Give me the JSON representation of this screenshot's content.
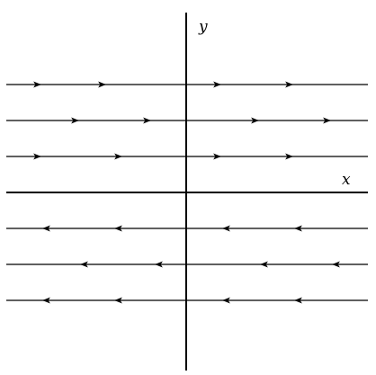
{
  "labels": {
    "x_axis": "x",
    "y_axis": "y"
  },
  "colors": {
    "stroke": "#000000",
    "background": "#ffffff"
  },
  "flow_lines": [
    {
      "side": "above-axis",
      "direction": "right",
      "row": 3
    },
    {
      "side": "above-axis",
      "direction": "right",
      "row": 2
    },
    {
      "side": "above-axis",
      "direction": "right",
      "row": 1
    },
    {
      "side": "below-axis",
      "direction": "left",
      "row": 1
    },
    {
      "side": "below-axis",
      "direction": "left",
      "row": 2
    },
    {
      "side": "below-axis",
      "direction": "left",
      "row": 3
    }
  ]
}
